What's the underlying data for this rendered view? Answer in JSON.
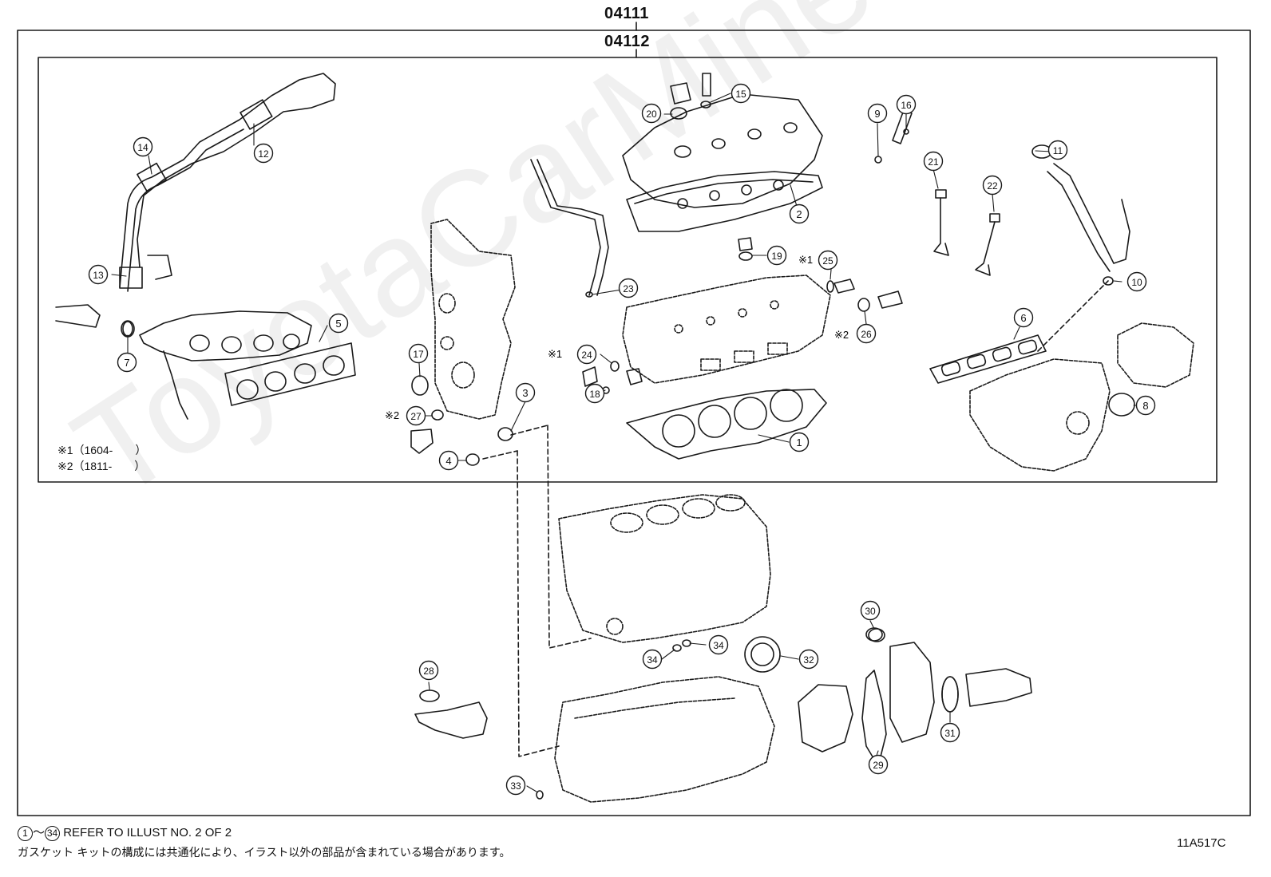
{
  "header": {
    "kit_outer": "04111",
    "kit_inner": "04112"
  },
  "watermark": "ToyotaCarMine.ru",
  "legend": {
    "note1": "※1（1604-　　）",
    "note2": "※2（1811-　　）"
  },
  "callouts": [
    "1",
    "2",
    "3",
    "4",
    "5",
    "6",
    "7",
    "8",
    "9",
    "10",
    "11",
    "12",
    "13",
    "14",
    "15",
    "16",
    "17",
    "18",
    "19",
    "20",
    "21",
    "22",
    "23",
    "24",
    "25",
    "26",
    "27",
    "28",
    "29",
    "30",
    "31",
    "32",
    "33",
    "34",
    "34"
  ],
  "markers": {
    "m1": "※1",
    "m2": "※2"
  },
  "footer": {
    "ref_start": "1",
    "ref_end": "34",
    "ref_tilde": "～",
    "ref_text": "REFER TO ILLUST NO. 2 OF 2",
    "note_jp": "ガスケット キットの構成には共通化により、イラスト以外の部品が含まれている場合があります。",
    "code": "11A517C"
  },
  "colors": {
    "line": "#1a1a1a",
    "background": "#ffffff"
  }
}
